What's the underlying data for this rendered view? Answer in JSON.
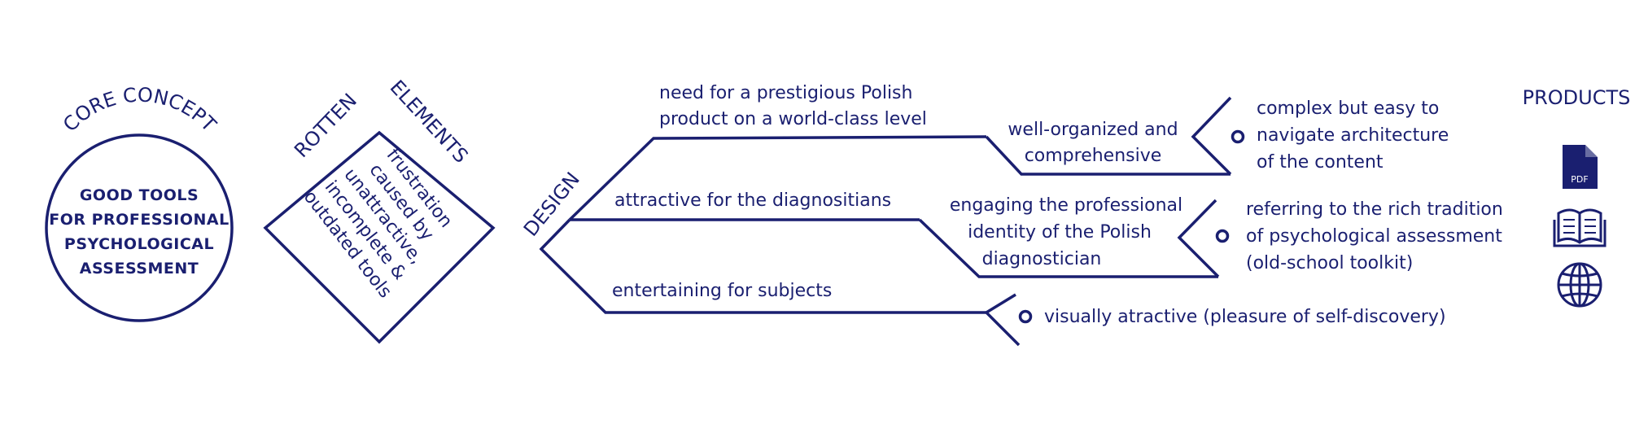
{
  "colors": {
    "ink": "#1a1f70",
    "background": "#ffffff"
  },
  "core": {
    "title": "CORE CONCEPT",
    "lines": [
      "GOOD TOOLS",
      "FOR PROFESSIONAL",
      "PSYCHOLOGICAL",
      "ASSESSMENT"
    ]
  },
  "rotten": {
    "title_left": "ROTTEN",
    "title_right": "ELEMENTS",
    "lines": [
      "frustration",
      "caused by",
      "unattractive,",
      "incomplete &",
      "outdated tools"
    ]
  },
  "design": {
    "title": "DESIGN",
    "branches": [
      {
        "lines": [
          "need for a prestigious Polish",
          "product on a world-class level"
        ]
      },
      {
        "lines": [
          "attractive for the diagnositians"
        ]
      },
      {
        "lines": [
          "entertaining for subjects"
        ]
      }
    ]
  },
  "level2": [
    {
      "lines": [
        "well-organized and",
        "comprehensive"
      ]
    },
    {
      "lines": [
        "engaging the professional",
        "identity of the Polish",
        "diagnostician"
      ]
    }
  ],
  "level3": [
    {
      "lines": [
        "complex but easy to",
        "navigate architecture",
        "of the content"
      ]
    },
    {
      "lines": [
        "referring to the rich tradition",
        "of psychological assessment",
        "(old-school toolkit)"
      ]
    },
    {
      "lines": [
        "visually atractive (pleasure of self-discovery)"
      ]
    }
  ],
  "products": {
    "title": "PRODUCTS",
    "items": [
      {
        "icon": "pdf-file-icon",
        "label": "PDF"
      },
      {
        "icon": "open-book-icon"
      },
      {
        "icon": "globe-icon"
      }
    ]
  }
}
